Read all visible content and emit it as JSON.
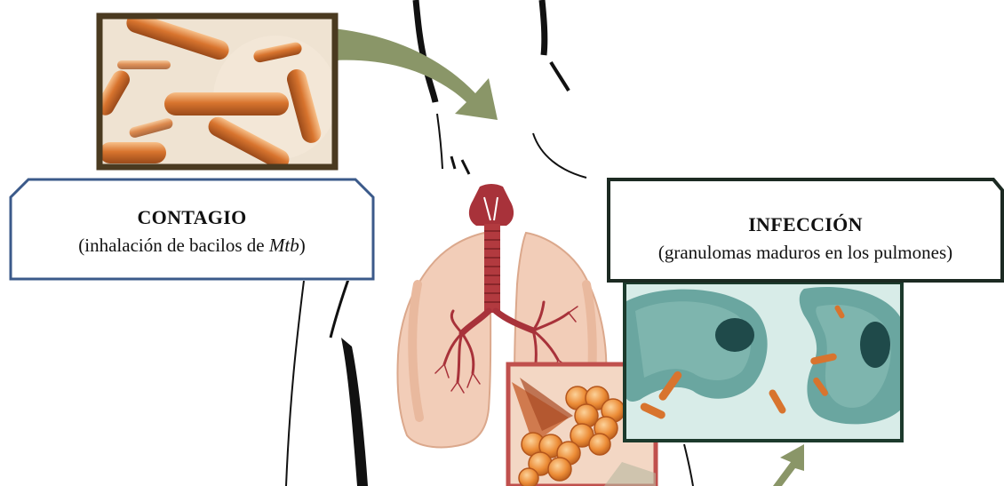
{
  "contagio": {
    "title": "CONTAGIO",
    "subtitle_prefix": "(inhalación de bacilos de ",
    "subtitle_italic": "Mtb",
    "subtitle_suffix": ")"
  },
  "infeccion": {
    "title": "INFECCIÓN",
    "subtitle": "(granulomas maduros en los pulmones)"
  },
  "colors": {
    "contagio_border": "#3b5a8a",
    "infeccion_border": "#1c2a22",
    "bacilli_frame": "#4a3a20",
    "arrow": "#8a9668",
    "lung_fill": "#f2cdb8",
    "trachea": "#a8323a",
    "alveoli": "#e88a3a",
    "cell_fill": "#6aa6a0",
    "nucleus": "#1f4a4a",
    "highlight_frame": "#c0504d"
  },
  "icons": {
    "bacilli_panel": "rod-bacteria-icon",
    "arrow": "curved-arrow-icon",
    "lungs": "lungs-icon",
    "alveoli": "alveoli-cluster-icon",
    "macrophage": "macrophage-cell-icon"
  }
}
